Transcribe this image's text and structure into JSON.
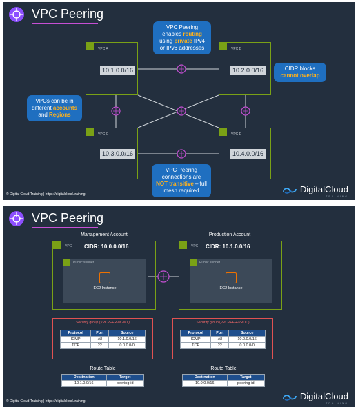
{
  "slide1": {
    "title": "VPC Peering",
    "vpcs": [
      {
        "name": "VPC A",
        "cidr": "10.1.0.0/16"
      },
      {
        "name": "VPC B",
        "cidr": "10.2.0.0/16"
      },
      {
        "name": "VPC C",
        "cidr": "10.3.0.0/16"
      },
      {
        "name": "VPC D",
        "cidr": "10.4.0.0/16"
      }
    ],
    "callout_top": {
      "pre": "VPC Peering enables ",
      "hl1": "routing",
      "mid": " using ",
      "hl2": "private",
      "post": " IPv4 or IPv6 addresses"
    },
    "callout_right": {
      "pre": "CIDR blocks ",
      "hl": "cannot overlap"
    },
    "callout_left": {
      "pre": "VPCs can be in different ",
      "hl1": "accounts",
      "mid": " and ",
      "hl2": "Regions"
    },
    "callout_bottom": {
      "pre": "VPC Peering connections are ",
      "hl": "NOT transitive",
      "post": " – full mesh required"
    },
    "footer": "© Digital Cloud Training  |  https://digitalcloud.training",
    "brand": "DigitalCloud",
    "brand_sub": "TRAINING"
  },
  "slide2": {
    "title": "VPC Peering",
    "accounts": [
      {
        "account_label": "Management Account",
        "vpc_label": "VPC",
        "cidr": "CIDR: 10.0.0.0/16",
        "subnet": "Public subnet",
        "instance": "EC2 Instance",
        "sg_title": "Security group (VPCPEER-MGMT)",
        "sg_headers": [
          "Protocol",
          "Port",
          "Source"
        ],
        "sg_rows": [
          [
            "ICMP",
            "All",
            "10.1.0.0/16"
          ],
          [
            "TCP",
            "22",
            "0.0.0.0/0"
          ]
        ],
        "rt_title": "Route Table",
        "rt_headers": [
          "Destination",
          "Target"
        ],
        "rt_rows": [
          [
            "10.1.0.0/16",
            "peering-id"
          ]
        ]
      },
      {
        "account_label": "Production Account",
        "vpc_label": "VPC",
        "cidr": "CIDR: 10.1.0.0/16",
        "subnet": "Public subnet",
        "instance": "EC2 Instance",
        "sg_title": "Security group (VPCPEER-PROD)",
        "sg_headers": [
          "Protocol",
          "Port",
          "Source"
        ],
        "sg_rows": [
          [
            "ICMP",
            "All",
            "10.0.0.0/16"
          ],
          [
            "TCP",
            "22",
            "0.0.0.0/0"
          ]
        ],
        "rt_title": "Route Table",
        "rt_headers": [
          "Destination",
          "Target"
        ],
        "rt_rows": [
          [
            "10.0.0.0/16",
            "peering-id"
          ]
        ]
      }
    ],
    "footer": "© Digital Cloud Training  |  https://digitalcloud.training",
    "brand": "DigitalCloud",
    "brand_sub": "TRAINING"
  },
  "colors": {
    "background": "#232f3e",
    "vpc_border": "#7aa116",
    "callout": "#1f6fc0",
    "highlight": "#ffb21c",
    "security_group": "#e05252",
    "table_header": "#1e4e8c",
    "title_underline": "#c64fd4"
  },
  "icons": [
    "vpc-peering-icon",
    "cloud-icon",
    "ec2-chip-icon",
    "lock-icon",
    "digitalcloud-logo"
  ]
}
